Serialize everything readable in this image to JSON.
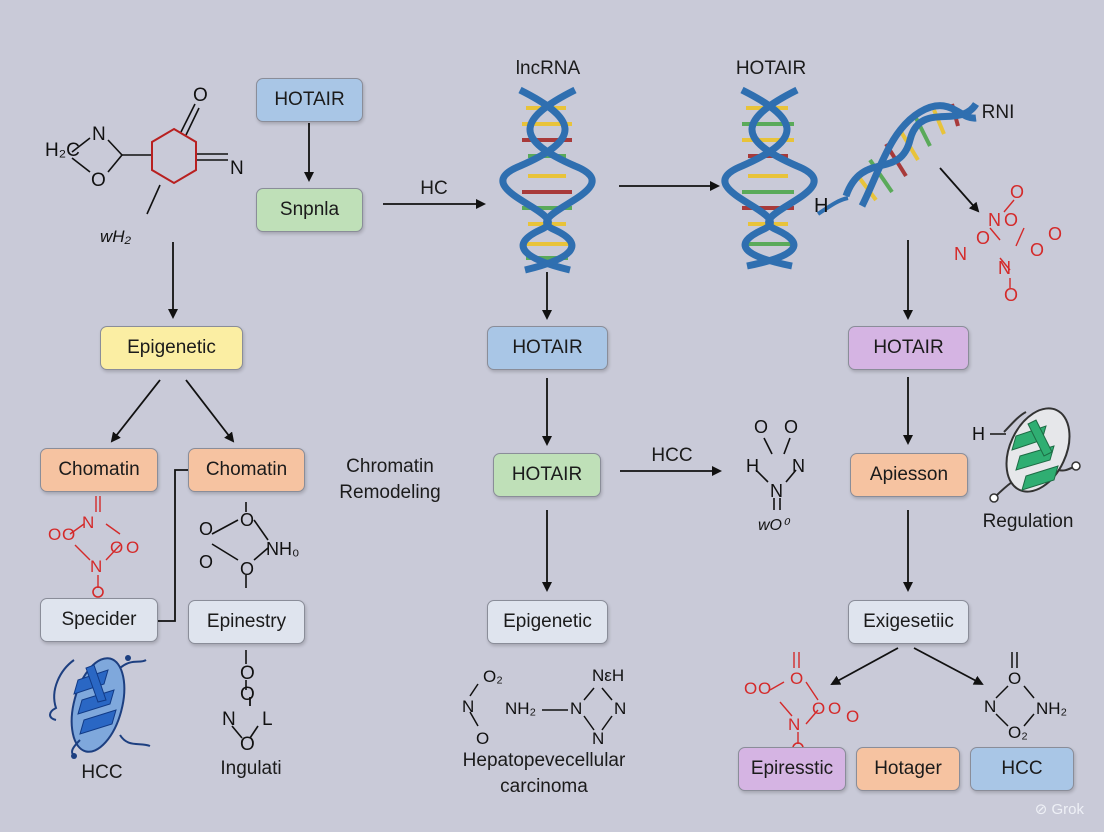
{
  "colors": {
    "blue": "#a9c6e6",
    "green": "#bfe0b8",
    "yellow": "#fbeea3",
    "orange": "#f6c3a1",
    "purple": "#d5b4e3",
    "gray": "#dfe4ee",
    "red": "#d42a2a",
    "dna_blue": "#2f6fb0",
    "protein_green": "#2fae72",
    "protein_blue": "#2a67c4"
  },
  "boxes": {
    "hotair_top": "HOTAIR",
    "snpnla": "Snpnla",
    "epigenetic_left": "Epigenetic",
    "chomatin_1": "Chomatin",
    "chomatin_2": "Chomatin",
    "specider": "Specider",
    "epinestry": "Epinestry",
    "hotair_mid1": "HOTAIR",
    "hotair_mid2": "HOTAIR",
    "epigenetic_mid": "Epigenetic",
    "hotair_right": "HOTAIR",
    "apiesson": "Apiesson",
    "exigesetiic": "Exigesetiic",
    "epiresstic": "Epiresstic",
    "hotager": "Hotager",
    "hcc_box": "HCC"
  },
  "labels": {
    "lncrna": "lncRNA",
    "hotair_dna": "HOTAIR",
    "rni": "RNI",
    "hc_arrow": "HC",
    "hcc_arrow": "HCC",
    "chromatin_remodeling": "Chromatin Remodeling",
    "regulation": "Regulation",
    "hcc_bottom": "HCC",
    "ingulati": "Ingulati",
    "hepato": "Hepatopevecellular carcinoma",
    "h_dna": "H"
  },
  "chem": {
    "h2c": "H₂C",
    "n1": "N",
    "o1": "O",
    "o_top": "O",
    "n_eq": "N",
    "wh2": "wH₂",
    "no_o1": "O",
    "no_o2": "O",
    "no_o3": "O",
    "no_o4": "O",
    "no_n1": "N",
    "no_n2": "N",
    "r_o1": "O",
    "r_o2": "O",
    "r_o3": "O",
    "r_o4": "O",
    "r_o5": "O",
    "r_n1": "N",
    "r_n2": "N",
    "r_n3": "N",
    "e_o1": "O",
    "e_o2": "O",
    "e_o3": "O",
    "e_nh": "NH₀",
    "i_o1": "O",
    "i_o2": "O",
    "i_n": "N",
    "i_l": "L",
    "i_o3": "O",
    "m_o2": "O₂",
    "m_n1": "N",
    "m_o": "O",
    "m_nh2": "NH₂",
    "m_nh": "NεH",
    "m_n2": "N",
    "m_n3": "N",
    "m_n4": "N",
    "h_o1": "O",
    "h_o2": "O",
    "h_h": "H",
    "h_n": "N",
    "h_n2": "N",
    "h_wo": "wO⁰",
    "reg_h": "H",
    "br_o1": "O",
    "br_o2": "O",
    "br_o3": "O",
    "br_o4": "O",
    "br_n": "N",
    "br_o5": "O",
    "bn_o": "O",
    "bn_n": "N",
    "bn_nh2": "NH₂",
    "bn_o2": "O₂"
  },
  "watermark": "Grok"
}
